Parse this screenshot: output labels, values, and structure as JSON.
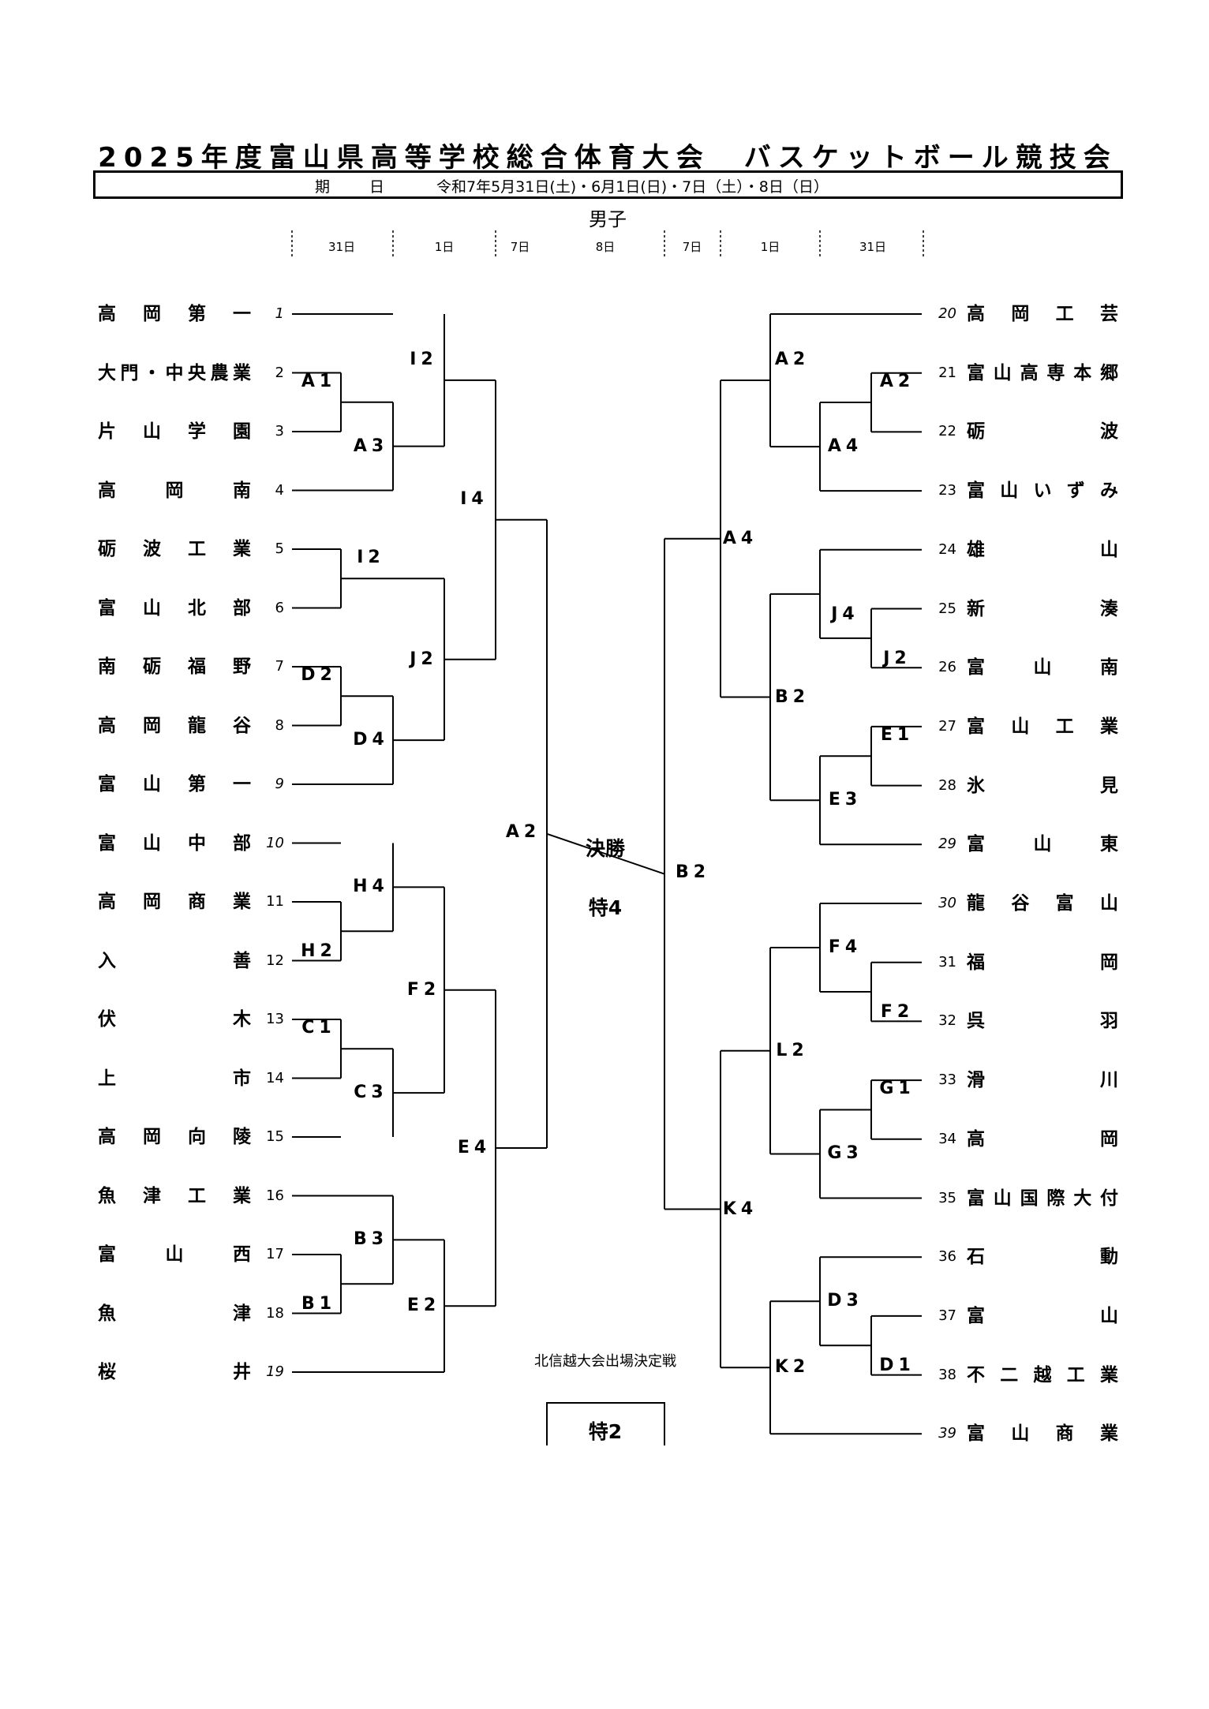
{
  "header": {
    "title": "2025年度富山県高等学校総合体育大会　バスケットボール競技会",
    "dates_label": "期　　日",
    "dates_value": "令和7年5月31日(土)・6月1日(日)・7日（土）・8日（日）",
    "gender": "男子"
  },
  "days": [
    "31日",
    "1日",
    "7日",
    "8日",
    "7日",
    "1日",
    "31日"
  ],
  "left_teams": [
    {
      "seed": "1",
      "name": "高岡第一",
      "italic": true
    },
    {
      "seed": "2",
      "name": "大門・中央農業",
      "italic": false
    },
    {
      "seed": "3",
      "name": "片山学園",
      "italic": false
    },
    {
      "seed": "4",
      "name": "高岡南",
      "italic": false
    },
    {
      "seed": "5",
      "name": "砺波工業",
      "italic": false
    },
    {
      "seed": "6",
      "name": "富山北部",
      "italic": false
    },
    {
      "seed": "7",
      "name": "南砺福野",
      "italic": false
    },
    {
      "seed": "8",
      "name": "高岡龍谷",
      "italic": false
    },
    {
      "seed": "9",
      "name": "富山第一",
      "italic": true
    },
    {
      "seed": "10",
      "name": "富山中部",
      "italic": true
    },
    {
      "seed": "11",
      "name": "高岡商業",
      "italic": false
    },
    {
      "seed": "12",
      "name": "入善",
      "italic": false
    },
    {
      "seed": "13",
      "name": "伏木",
      "italic": false
    },
    {
      "seed": "14",
      "name": "上市",
      "italic": false
    },
    {
      "seed": "15",
      "name": "高岡向陵",
      "italic": false
    },
    {
      "seed": "16",
      "name": "魚津工業",
      "italic": false
    },
    {
      "seed": "17",
      "name": "富山西",
      "italic": false
    },
    {
      "seed": "18",
      "name": "魚津",
      "italic": false
    },
    {
      "seed": "19",
      "name": "桜井",
      "italic": true
    }
  ],
  "right_teams": [
    {
      "seed": "20",
      "name": "高岡工芸",
      "italic": true
    },
    {
      "seed": "21",
      "name": "富山高専本郷",
      "italic": false
    },
    {
      "seed": "22",
      "name": "砺波",
      "italic": false
    },
    {
      "seed": "23",
      "name": "富山いずみ",
      "italic": false
    },
    {
      "seed": "24",
      "name": "雄山",
      "italic": false
    },
    {
      "seed": "25",
      "name": "新湊",
      "italic": false
    },
    {
      "seed": "26",
      "name": "富山南",
      "italic": false
    },
    {
      "seed": "27",
      "name": "富山工業",
      "italic": false
    },
    {
      "seed": "28",
      "name": "氷見",
      "italic": false
    },
    {
      "seed": "29",
      "name": "富山東",
      "italic": true
    },
    {
      "seed": "30",
      "name": "龍谷富山",
      "italic": true
    },
    {
      "seed": "31",
      "name": "福岡",
      "italic": false
    },
    {
      "seed": "32",
      "name": "呉羽",
      "italic": false
    },
    {
      "seed": "33",
      "name": "滑川",
      "italic": false
    },
    {
      "seed": "34",
      "name": "高岡",
      "italic": false
    },
    {
      "seed": "35",
      "name": "富山国際大付",
      "italic": false
    },
    {
      "seed": "36",
      "name": "石動",
      "italic": false
    },
    {
      "seed": "37",
      "name": "富山",
      "italic": false
    },
    {
      "seed": "38",
      "name": "不二越工業",
      "italic": false
    },
    {
      "seed": "39",
      "name": "富山商業",
      "italic": true
    }
  ],
  "left_matches": [
    "A1",
    "A3",
    "I2",
    "I2",
    "D2",
    "D4",
    "J2",
    "I4",
    "H2",
    "H4",
    "C1",
    "C3",
    "F2",
    "B1",
    "B3",
    "E2",
    "E4",
    "A2"
  ],
  "right_matches": [
    "A2",
    "A4",
    "A2",
    "J2",
    "J4",
    "E1",
    "E3",
    "B2",
    "A4",
    "F2",
    "F4",
    "G1",
    "G3",
    "L2",
    "D1",
    "D3",
    "K2",
    "K4",
    "B2"
  ],
  "final": {
    "label": "決勝",
    "court": "特4"
  },
  "note": "北信越大会出場決定戦",
  "playoff_court": "特2"
}
